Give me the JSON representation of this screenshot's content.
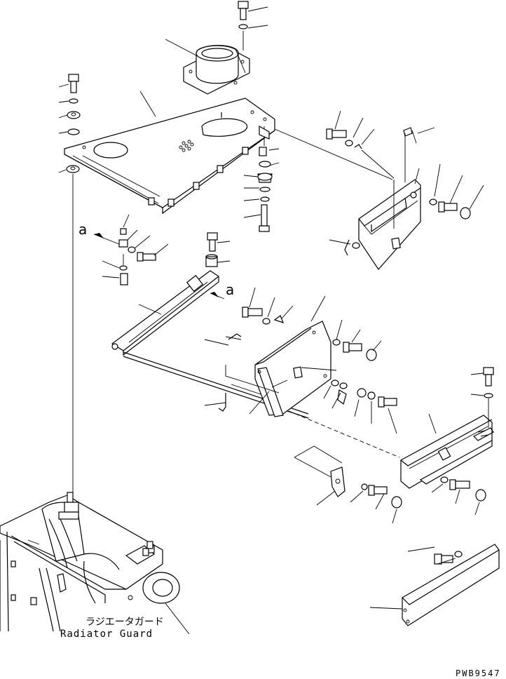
{
  "labels": {
    "reference_mark_1": "a",
    "reference_mark_2": "a",
    "radiator_guard_jp": "ラジエータガード",
    "radiator_guard_en": "Radiator Guard",
    "drawing_code": "PWB9547"
  }
}
